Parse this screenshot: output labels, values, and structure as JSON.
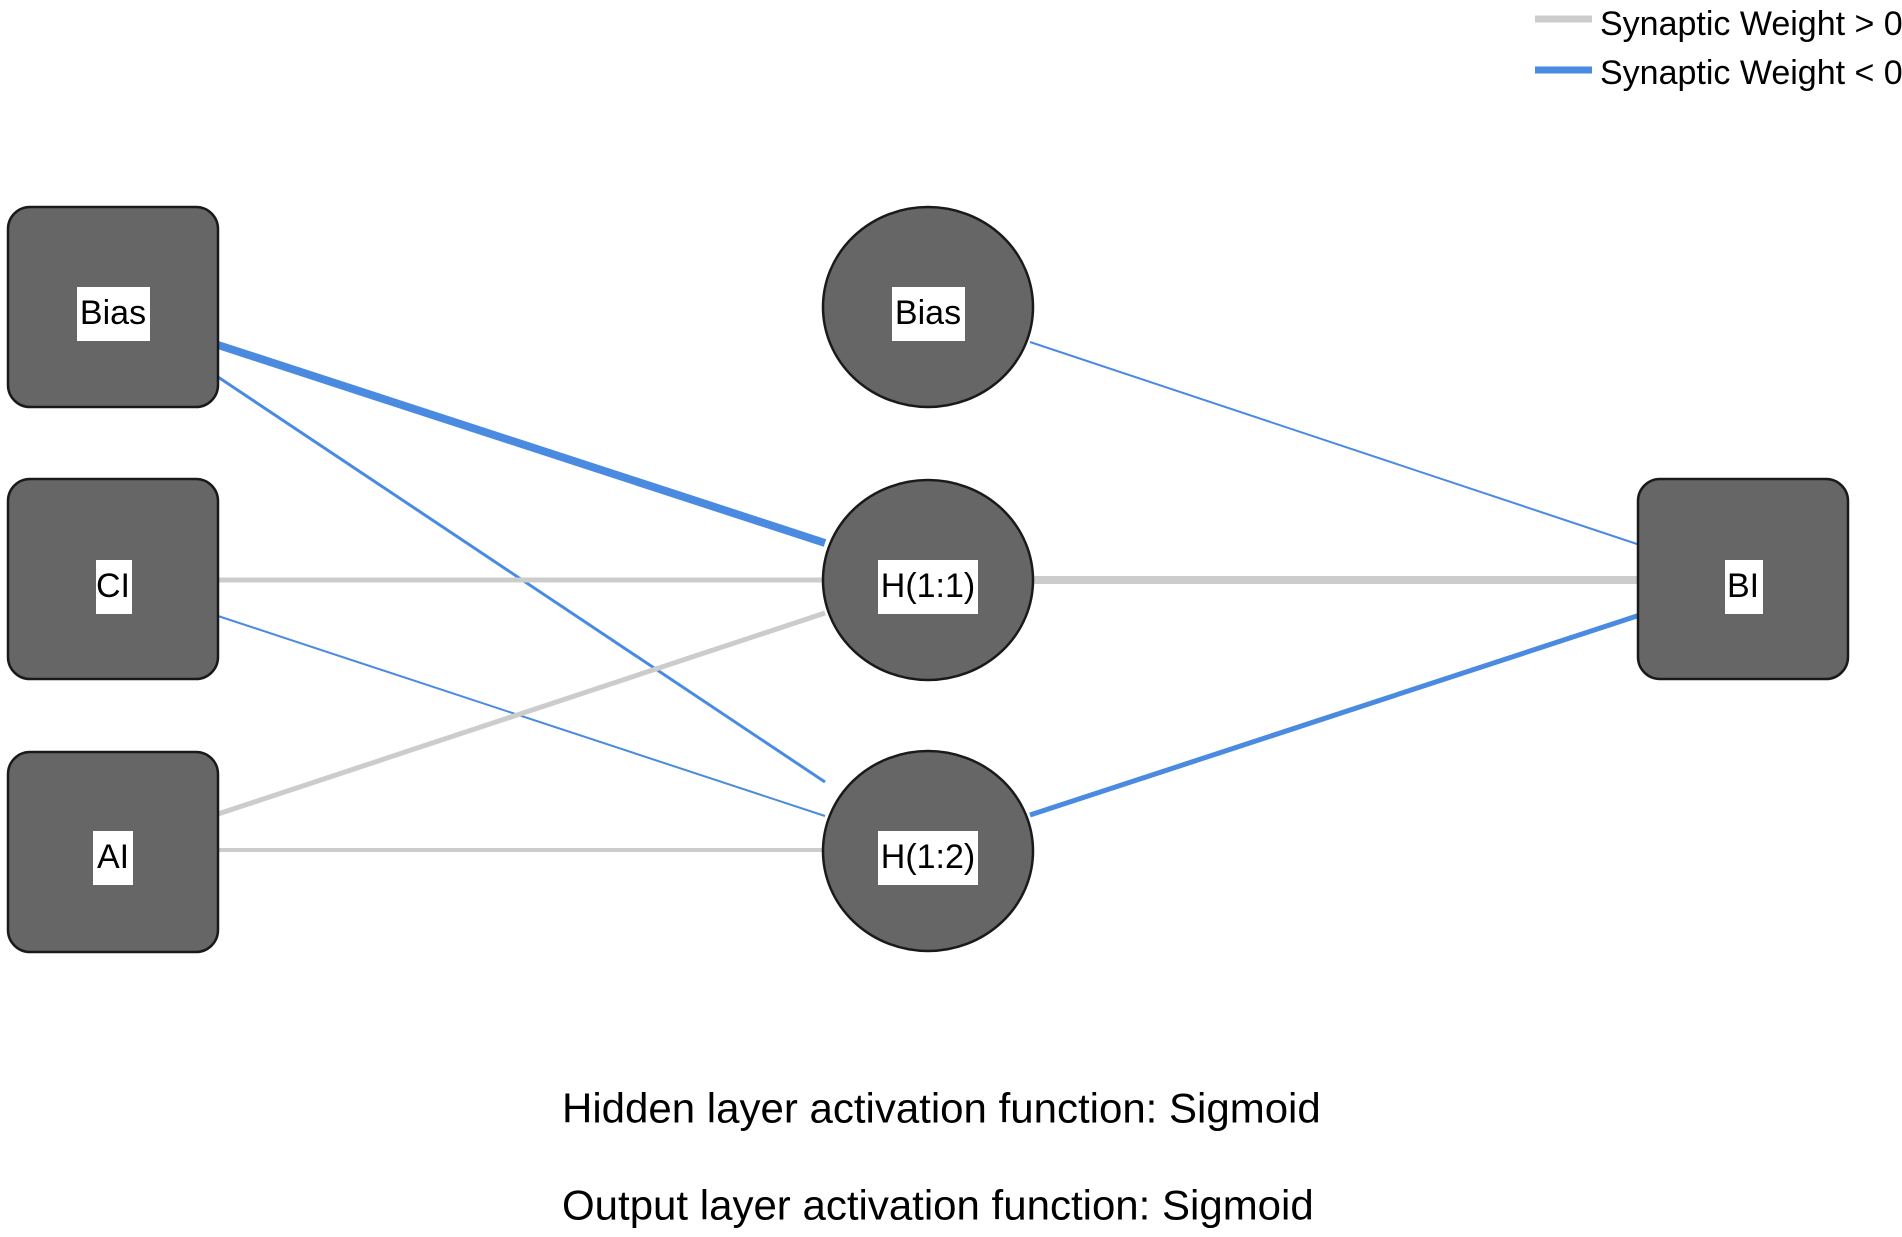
{
  "legend": {
    "positive_label": "Synaptic Weight > 0",
    "negative_label": "Synaptic Weight < 0",
    "positive_color": "#cccccc",
    "negative_color": "#4a8ae0"
  },
  "nodes": {
    "input_bias": "Bias",
    "input_ci": "CI",
    "input_ai": "AI",
    "hidden_bias": "Bias",
    "hidden_1": "H(1:1)",
    "hidden_2": "H(1:2)",
    "output_bi": "BI"
  },
  "connections": [
    {
      "from": "input_bias",
      "to": "hidden_1",
      "sign": "negative",
      "weight_strength": "strong"
    },
    {
      "from": "input_bias",
      "to": "hidden_2",
      "sign": "negative",
      "weight_strength": "medium"
    },
    {
      "from": "input_ci",
      "to": "hidden_1",
      "sign": "positive",
      "weight_strength": "medium"
    },
    {
      "from": "input_ci",
      "to": "hidden_2",
      "sign": "negative",
      "weight_strength": "weak"
    },
    {
      "from": "input_ai",
      "to": "hidden_1",
      "sign": "positive",
      "weight_strength": "medium"
    },
    {
      "from": "input_ai",
      "to": "hidden_2",
      "sign": "positive",
      "weight_strength": "medium"
    },
    {
      "from": "hidden_bias",
      "to": "output_bi",
      "sign": "negative",
      "weight_strength": "weak"
    },
    {
      "from": "hidden_1",
      "to": "output_bi",
      "sign": "positive",
      "weight_strength": "strong"
    },
    {
      "from": "hidden_2",
      "to": "output_bi",
      "sign": "negative",
      "weight_strength": "medium"
    }
  ],
  "footer": {
    "hidden_activation": "Hidden layer activation function:  Sigmoid",
    "output_activation": "Output layer activation function:  Sigmoid"
  }
}
